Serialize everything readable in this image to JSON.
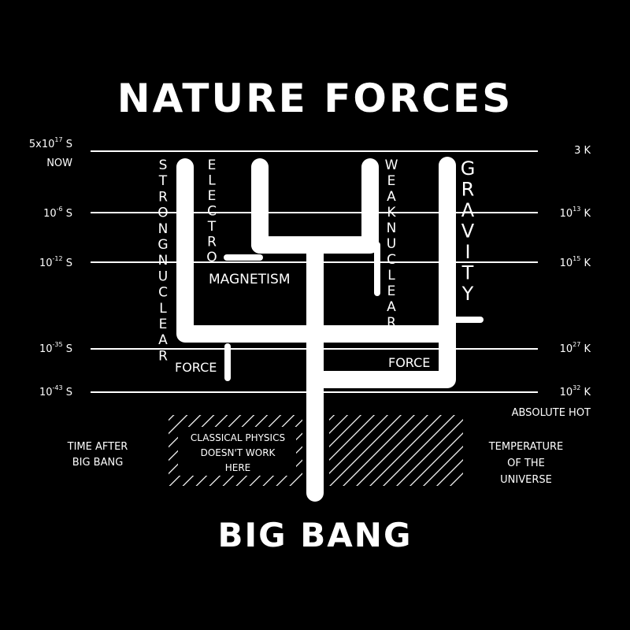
{
  "title": "NATURE FORCES",
  "bottom_label": "BIG BANG",
  "colors": {
    "background": "#000000",
    "foreground": "#ffffff"
  },
  "time_axis": {
    "caption": [
      "TIME AFTER",
      "BIG BANG"
    ],
    "ticks": [
      {
        "base": "5x10",
        "exp": "17",
        "unit": " S",
        "sub": "NOW"
      },
      {
        "base": "10",
        "exp": "-6",
        "unit": " S"
      },
      {
        "base": "10",
        "exp": "-12",
        "unit": " S"
      },
      {
        "base": "10",
        "exp": "-35",
        "unit": " S"
      },
      {
        "base": "10",
        "exp": "-43",
        "unit": " S"
      }
    ]
  },
  "temperature_axis": {
    "caption": [
      "TEMPERATURE",
      "OF THE",
      "UNIVERSE"
    ],
    "ticks": [
      {
        "base": "3 K",
        "exp": "",
        "unit": ""
      },
      {
        "base": "10",
        "exp": "13",
        "unit": " K"
      },
      {
        "base": "10",
        "exp": "15",
        "unit": " K"
      },
      {
        "base": "10",
        "exp": "27",
        "unit": " K"
      },
      {
        "base": "10",
        "exp": "32",
        "unit": " K",
        "sub": "ABSOLUTE HOT"
      }
    ]
  },
  "forces": {
    "strong_vertical": "STRONGNUCLEAR",
    "strong_force": "FORCE",
    "electro_vertical": "ELECTRO",
    "magnetism": "MAGNETISM",
    "weak_vertical": "WEAKNUCLEAR",
    "weak_force": "FORCE",
    "gravity_vertical": "GRAVITY"
  },
  "classical_note": [
    "CLASSICAL PHYSICS",
    "DOESN'T WORK",
    "HERE"
  ]
}
